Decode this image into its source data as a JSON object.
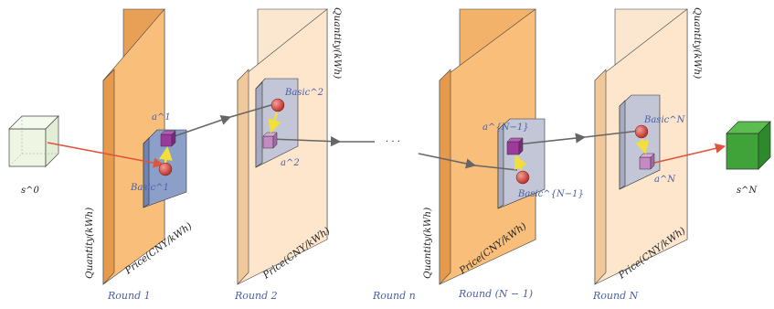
{
  "colors": {
    "panel_strong_front": "#f9bf7a",
    "panel_strong_side": "#e7a055",
    "panel_strong_top": "#f3b26a",
    "panel_light_front": "#fde6cc",
    "panel_light_side": "#f0c89a",
    "inner_box_blue": "#8b9fc9",
    "inner_box_grey": "#c2c6d6",
    "cube_purple": "#9a3a9a",
    "ball_red": "#c8332b",
    "arrow_red": "#e0553a",
    "arrow_grey": "#666666",
    "start_cube": "#eef6e3",
    "end_cube": "#3fa33a",
    "label_blue": "#4a5fa5"
  },
  "diagram": {
    "start_state": "s^0",
    "end_state": "s^N",
    "ellipsis": "· · ·",
    "axis_quantity": "Quantity(kWh)",
    "axis_price": "Price(CNY/kWh)",
    "rounds": [
      {
        "round": "Round 1",
        "action": "a^1",
        "basic": "Basic^1"
      },
      {
        "round": "Round 2",
        "action": "a^2",
        "basic": "Basic^2"
      },
      {
        "round": "Round n"
      },
      {
        "round": "Round (N − 1)",
        "action": "a^{N−1}",
        "basic": "Basic^{N−1}"
      },
      {
        "round": "Round N",
        "action": "a^N",
        "basic": "Basic^N"
      }
    ]
  }
}
